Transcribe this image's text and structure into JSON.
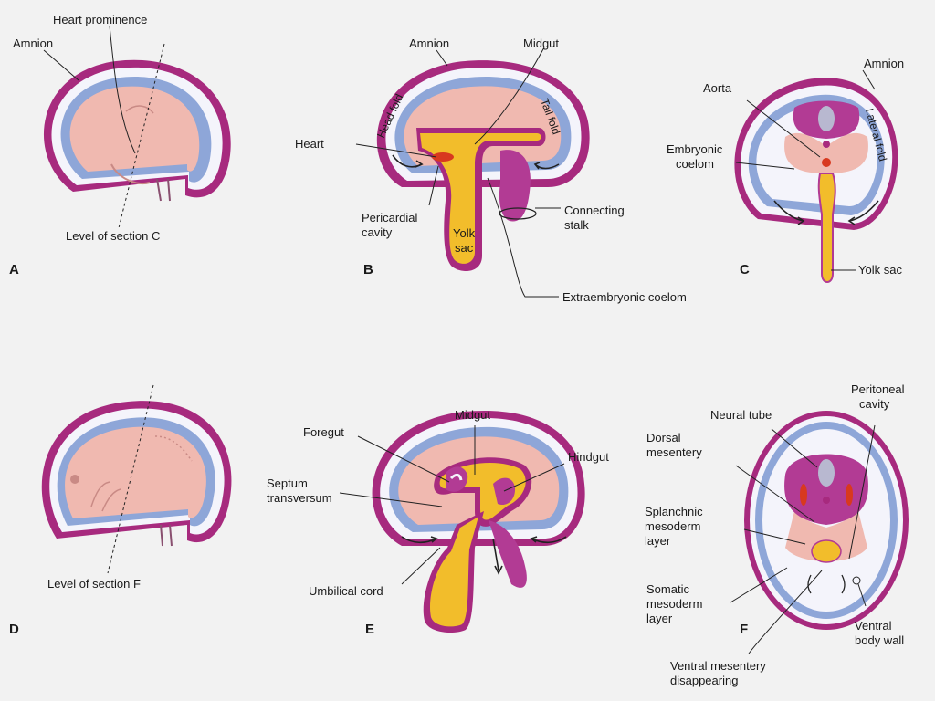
{
  "colors": {
    "background": "#f2f2f2",
    "embryo_pink": "#f0b9b0",
    "ectoderm_magenta": "#a72a7e",
    "mesoderm_purple": "#b23b94",
    "amnion_blue": "#8ea6d8",
    "yolk_yellow": "#f2bd2b",
    "heart_red": "#d8391f"
  },
  "panels": {
    "a": {
      "letter": "A",
      "labels": {
        "heart_prominence": "Heart prominence",
        "amnion": "Amnion",
        "level_of_section": "Level of section C"
      }
    },
    "b": {
      "letter": "B",
      "labels": {
        "amnion": "Amnion",
        "midgut": "Midgut",
        "head_fold": "Head fold",
        "tail_fold": "Tail fold",
        "heart": "Heart",
        "pericardial_cavity": [
          "Pericardial",
          "cavity"
        ],
        "yolk_sac": [
          "Yolk",
          "sac"
        ],
        "connecting_stalk": [
          "Connecting",
          "stalk"
        ],
        "extraembryonic_coelom": "Extraembryonic coelom"
      }
    },
    "c": {
      "letter": "C",
      "labels": {
        "amnion": "Amnion",
        "aorta": "Aorta",
        "embryonic_coelom": [
          "Embryonic",
          "coelom"
        ],
        "lateral_fold": "Lateral fold",
        "yolk_sac": "Yolk sac"
      }
    },
    "d": {
      "letter": "D",
      "labels": {
        "level_of_section": "Level of section F"
      }
    },
    "e": {
      "letter": "E",
      "labels": {
        "midgut": "Midgut",
        "foregut": "Foregut",
        "hindgut": "Hindgut",
        "septum_transversum": [
          "Septum",
          "transversum"
        ],
        "umbilical_cord": "Umbilical cord"
      }
    },
    "f": {
      "letter": "F",
      "labels": {
        "neural_tube": "Neural tube",
        "peritoneal_cavity": [
          "Peritoneal",
          "cavity"
        ],
        "dorsal_mesentery": [
          "Dorsal",
          "mesentery"
        ],
        "splanchnic_mesoderm_layer": [
          "Splanchnic",
          "mesoderm",
          "layer"
        ],
        "somatic_mesoderm_layer": [
          "Somatic",
          "mesoderm",
          "layer"
        ],
        "ventral_body_wall": [
          "Ventral",
          "body wall"
        ],
        "ventral_mesentery_disappearing": [
          "Ventral mesentery",
          "disappearing"
        ]
      }
    }
  }
}
